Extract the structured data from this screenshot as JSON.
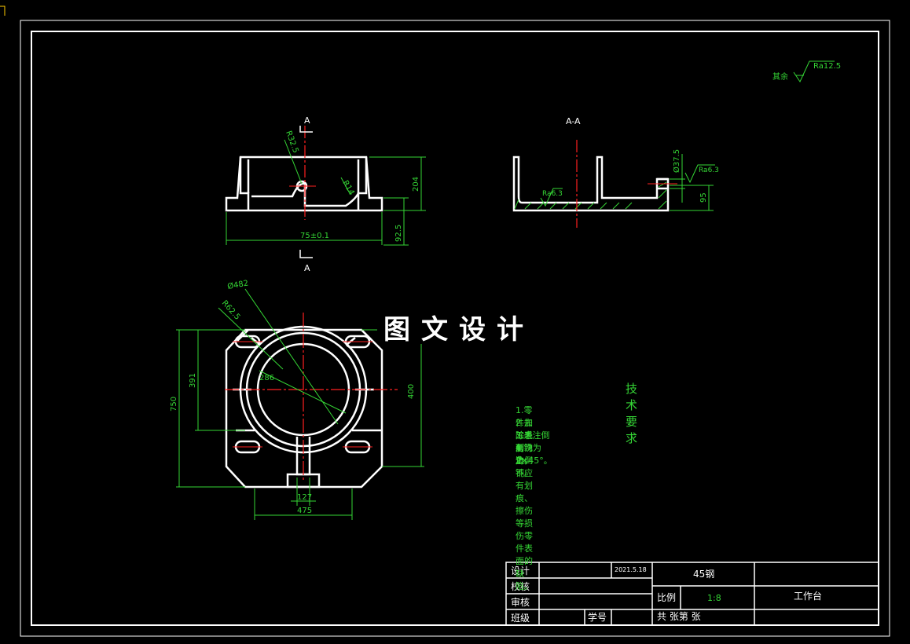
{
  "surface_finish": {
    "label": "其余",
    "ra": "Ra12.5"
  },
  "section_views": {
    "mark_a": "A",
    "section_label": "A-A"
  },
  "front_view": {
    "width_dim": "75±0.1",
    "height_dim": "204",
    "base_dim": "92.5",
    "radius_dim": "R32.5",
    "hole_dim": "R14"
  },
  "section_view": {
    "dia_dim": "Ø37.5",
    "height_dim": "95",
    "ra1": "Ra6.3",
    "ra2": "Ra6.3"
  },
  "top_view": {
    "outer_dia": "Ø482",
    "radius": "R62.5",
    "inner_dia": "286",
    "height_left": "391",
    "height_total": "750",
    "height_right": "400",
    "slot_width": "127",
    "base_width": "475"
  },
  "watermark": "图文设计",
  "tech_requirements": {
    "title": "技术要求",
    "items": [
      "1.零件加工表面上，不应有划痕、擦伤等损伤零件表面的缺陷。",
      "2.去除毛刺飞边。",
      "3.未注倒角均为2×45°。",
      "4.锐角倒钝。"
    ]
  },
  "title_block": {
    "design": "设计",
    "check": "校核",
    "review": "审核",
    "class": "班级",
    "student_no": "学号",
    "date": "2021.5.18",
    "material": "45钢",
    "scale_label": "比例",
    "scale_value": "1:8",
    "sheets": "共  张第  张",
    "part_name": "工作台"
  },
  "colors": {
    "outline": "#ffffff",
    "dimension": "#35d635",
    "center": "#ff2020",
    "hatch": "#35d635"
  }
}
